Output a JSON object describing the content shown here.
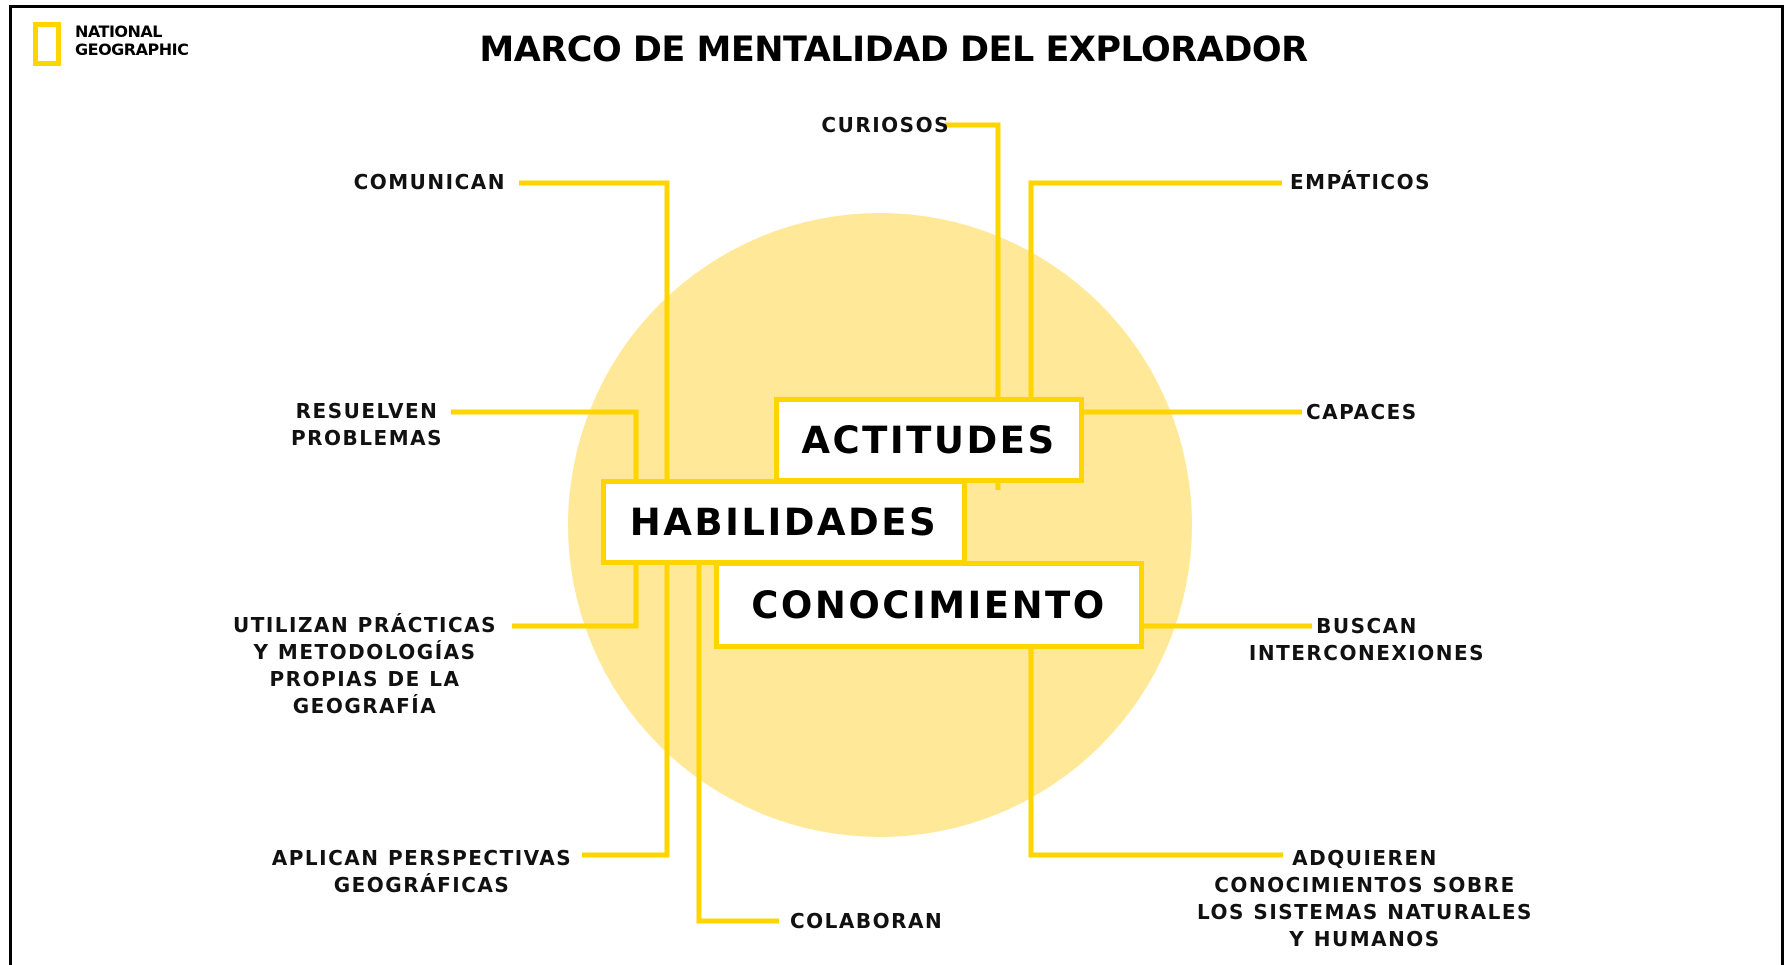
{
  "brand": {
    "line1": "NATIONAL",
    "line2": "GEOGRAPHIC"
  },
  "title": "MARCO DE MENTALIDAD DEL EXPLORADOR",
  "colors": {
    "yellow": "#ffd500",
    "circle": "#ffe897"
  },
  "center": {
    "actitudes": "ACTITUDES",
    "habilidades": "HABILIDADES",
    "conocimiento": "CONOCIMIENTO"
  },
  "labels": {
    "curiosos": "CURIOSOS",
    "empaticos": "EMPÁTICOS",
    "capaces": "CAPACES",
    "comunican": "COMUNICAN",
    "resuelven": "RESUELVEN\nPROBLEMAS",
    "utilizan": "UTILIZAN PRÁCTICAS\nY METODOLOGÍAS\nPROPIAS DE LA\nGEOGRAFÍA",
    "aplican": "APLICAN PERSPECTIVAS\nGEOGRÁFICAS",
    "colaboran": "COLABORAN",
    "buscan": "BUSCAN\nINTERCONEXIONES",
    "adquieren": "ADQUIEREN\nCONOCIMIENTOS SOBRE\nLOS SISTEMAS NATURALES\nY HUMANOS"
  }
}
